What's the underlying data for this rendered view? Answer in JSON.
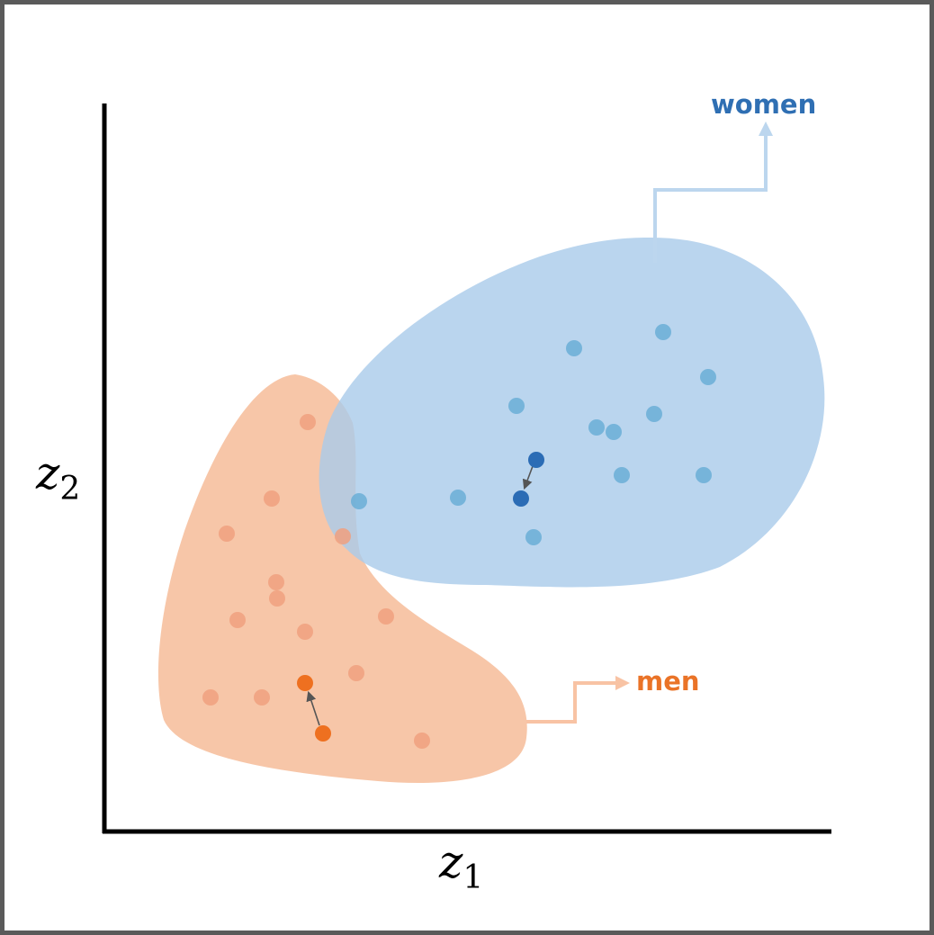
{
  "axes": {
    "x_label": "z",
    "x_subscript": "1",
    "y_label": "z",
    "y_subscript": "2"
  },
  "groups": {
    "women": {
      "label": "women",
      "label_color": "#2f6fb3",
      "region_color": "#a9cbea",
      "point_color": "#6aaed6",
      "highlight_color": "#2b6cb5",
      "arrow_color": "#bcd6ee"
    },
    "men": {
      "label": "men",
      "label_color": "#ea7327",
      "region_color": "#f5b892",
      "point_color": "#f0a07f",
      "highlight_color": "#ee7020",
      "arrow_color": "#f8c3a4"
    }
  },
  "frame_color": "#5a5a5a",
  "axis_color": "#000000",
  "shift_arrow_color": "#555555"
}
